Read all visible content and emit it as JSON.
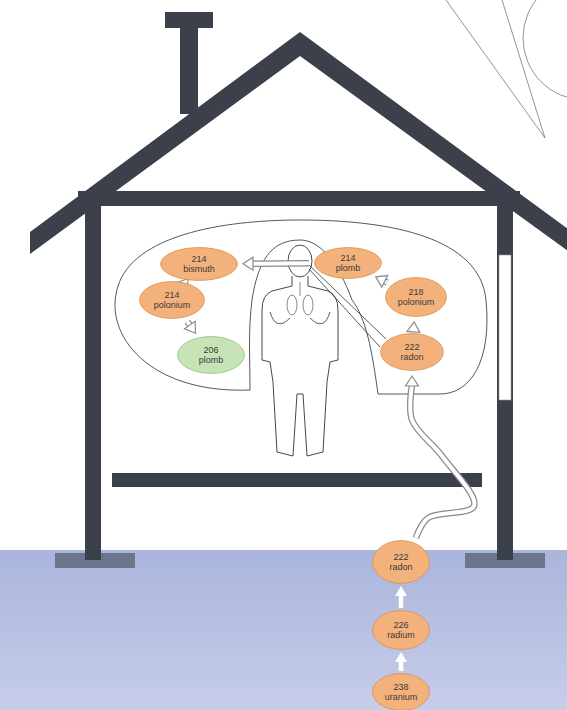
{
  "diagram": {
    "nodes": [
      {
        "text": [
          "214",
          "bismuth"
        ]
      },
      {
        "text": [
          "214",
          "plomb"
        ]
      },
      {
        "text": [
          "214",
          "polonium"
        ]
      },
      {
        "text": [
          "218",
          "polonium"
        ]
      },
      {
        "text": [
          "206",
          "plomb"
        ]
      },
      {
        "text": [
          "222",
          "radon"
        ]
      },
      {
        "text": [
          "222",
          "radon"
        ]
      },
      {
        "text": [
          "226",
          "radium"
        ]
      },
      {
        "text": [
          "238",
          "uranium"
        ]
      }
    ],
    "edges": [
      {
        "from": 8,
        "to": 7,
        "arrow": "to"
      },
      {
        "from": 7,
        "to": 6,
        "arrow": "to"
      },
      {
        "from": 6,
        "to": 5,
        "arrow": "to"
      },
      {
        "from": 5,
        "to": 3,
        "arrow": "to"
      },
      {
        "from": 3,
        "to": 1,
        "arrow": "to"
      },
      {
        "from": 1,
        "to": 0,
        "arrow": "to"
      },
      {
        "from": 0,
        "to": 2,
        "arrow": "to"
      },
      {
        "from": 2,
        "to": 4,
        "arrow": "to"
      }
    ]
  }
}
